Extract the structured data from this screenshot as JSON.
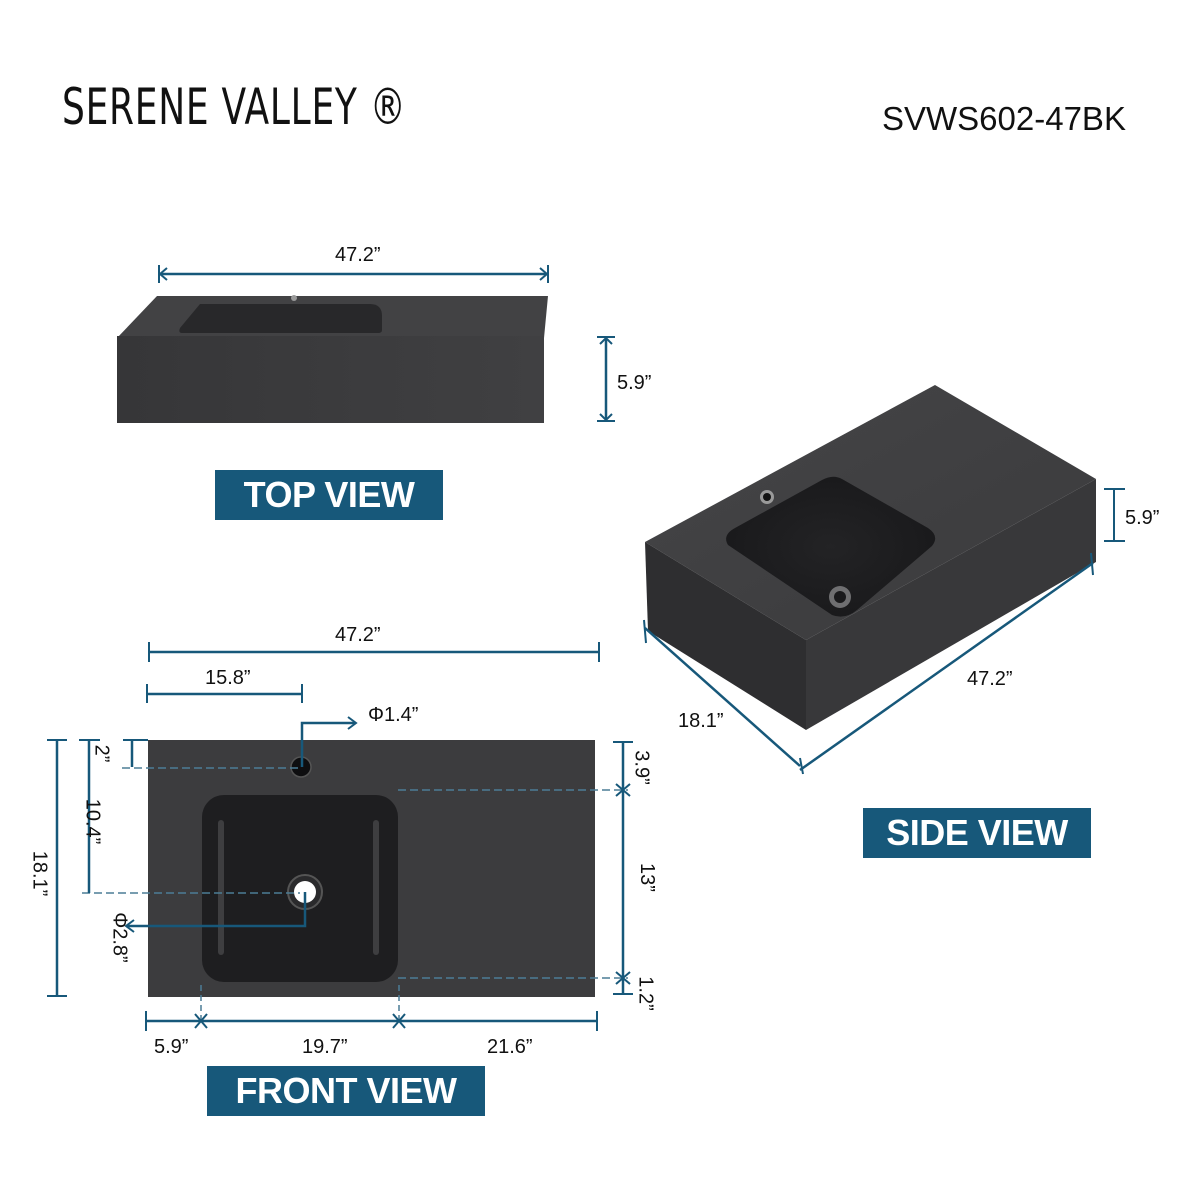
{
  "header": {
    "brand": "SERENE VALLEY ®",
    "model": "SVWS602-47BK"
  },
  "top_view": {
    "label": "TOP VIEW",
    "width": "47.2”",
    "height": "5.9”"
  },
  "side_view": {
    "label": "SIDE VIEW",
    "height": "5.9”",
    "length": "47.2”",
    "depth": "18.1”"
  },
  "front_view": {
    "label": "FRONT VIEW",
    "total_width": "47.2”",
    "faucet_offset": "15.8”",
    "faucet_hole": "Φ1.4”",
    "drain_hole": "Φ2.8”",
    "faucet_from_back": "2”",
    "drain_from_back": "10.4”",
    "total_depth": "18.1”",
    "back_margin": "3.9”",
    "basin_depth": "13”",
    "front_margin": "1.2”",
    "left_margin": "5.9”",
    "basin_width": "19.7”",
    "right_margin": "21.6”"
  },
  "colors": {
    "accent": "#17587a",
    "product": "#3a3a3c",
    "basin": "#1e1e20"
  }
}
